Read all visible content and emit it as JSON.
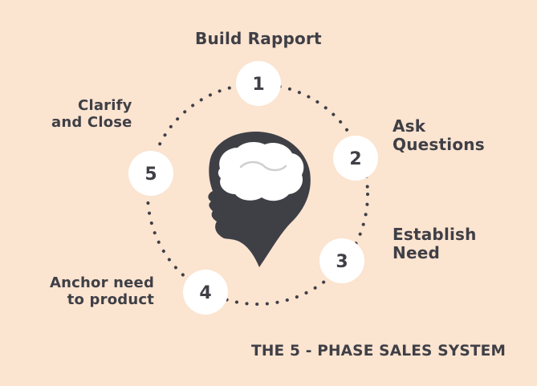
{
  "diagram": {
    "title": "THE 5 - PHASE SALES SYSTEM",
    "phases": [
      {
        "number": "1",
        "label_lines": [
          "Build Rapport"
        ]
      },
      {
        "number": "2",
        "label_lines": [
          "Ask",
          "Questions"
        ]
      },
      {
        "number": "3",
        "label_lines": [
          "Establish",
          "Need"
        ]
      },
      {
        "number": "4",
        "label_lines": [
          "Anchor need",
          "to product"
        ]
      },
      {
        "number": "5",
        "label_lines": [
          "Clarify",
          "and Close"
        ]
      }
    ],
    "center_icon": "head-brain-icon"
  },
  "colors": {
    "background": "#fbe4d0",
    "text": "#3f3f46",
    "node_fill": "#ffffff",
    "dots": "#3f3f46",
    "head": "#3f3f46",
    "brain": "#ffffff"
  }
}
